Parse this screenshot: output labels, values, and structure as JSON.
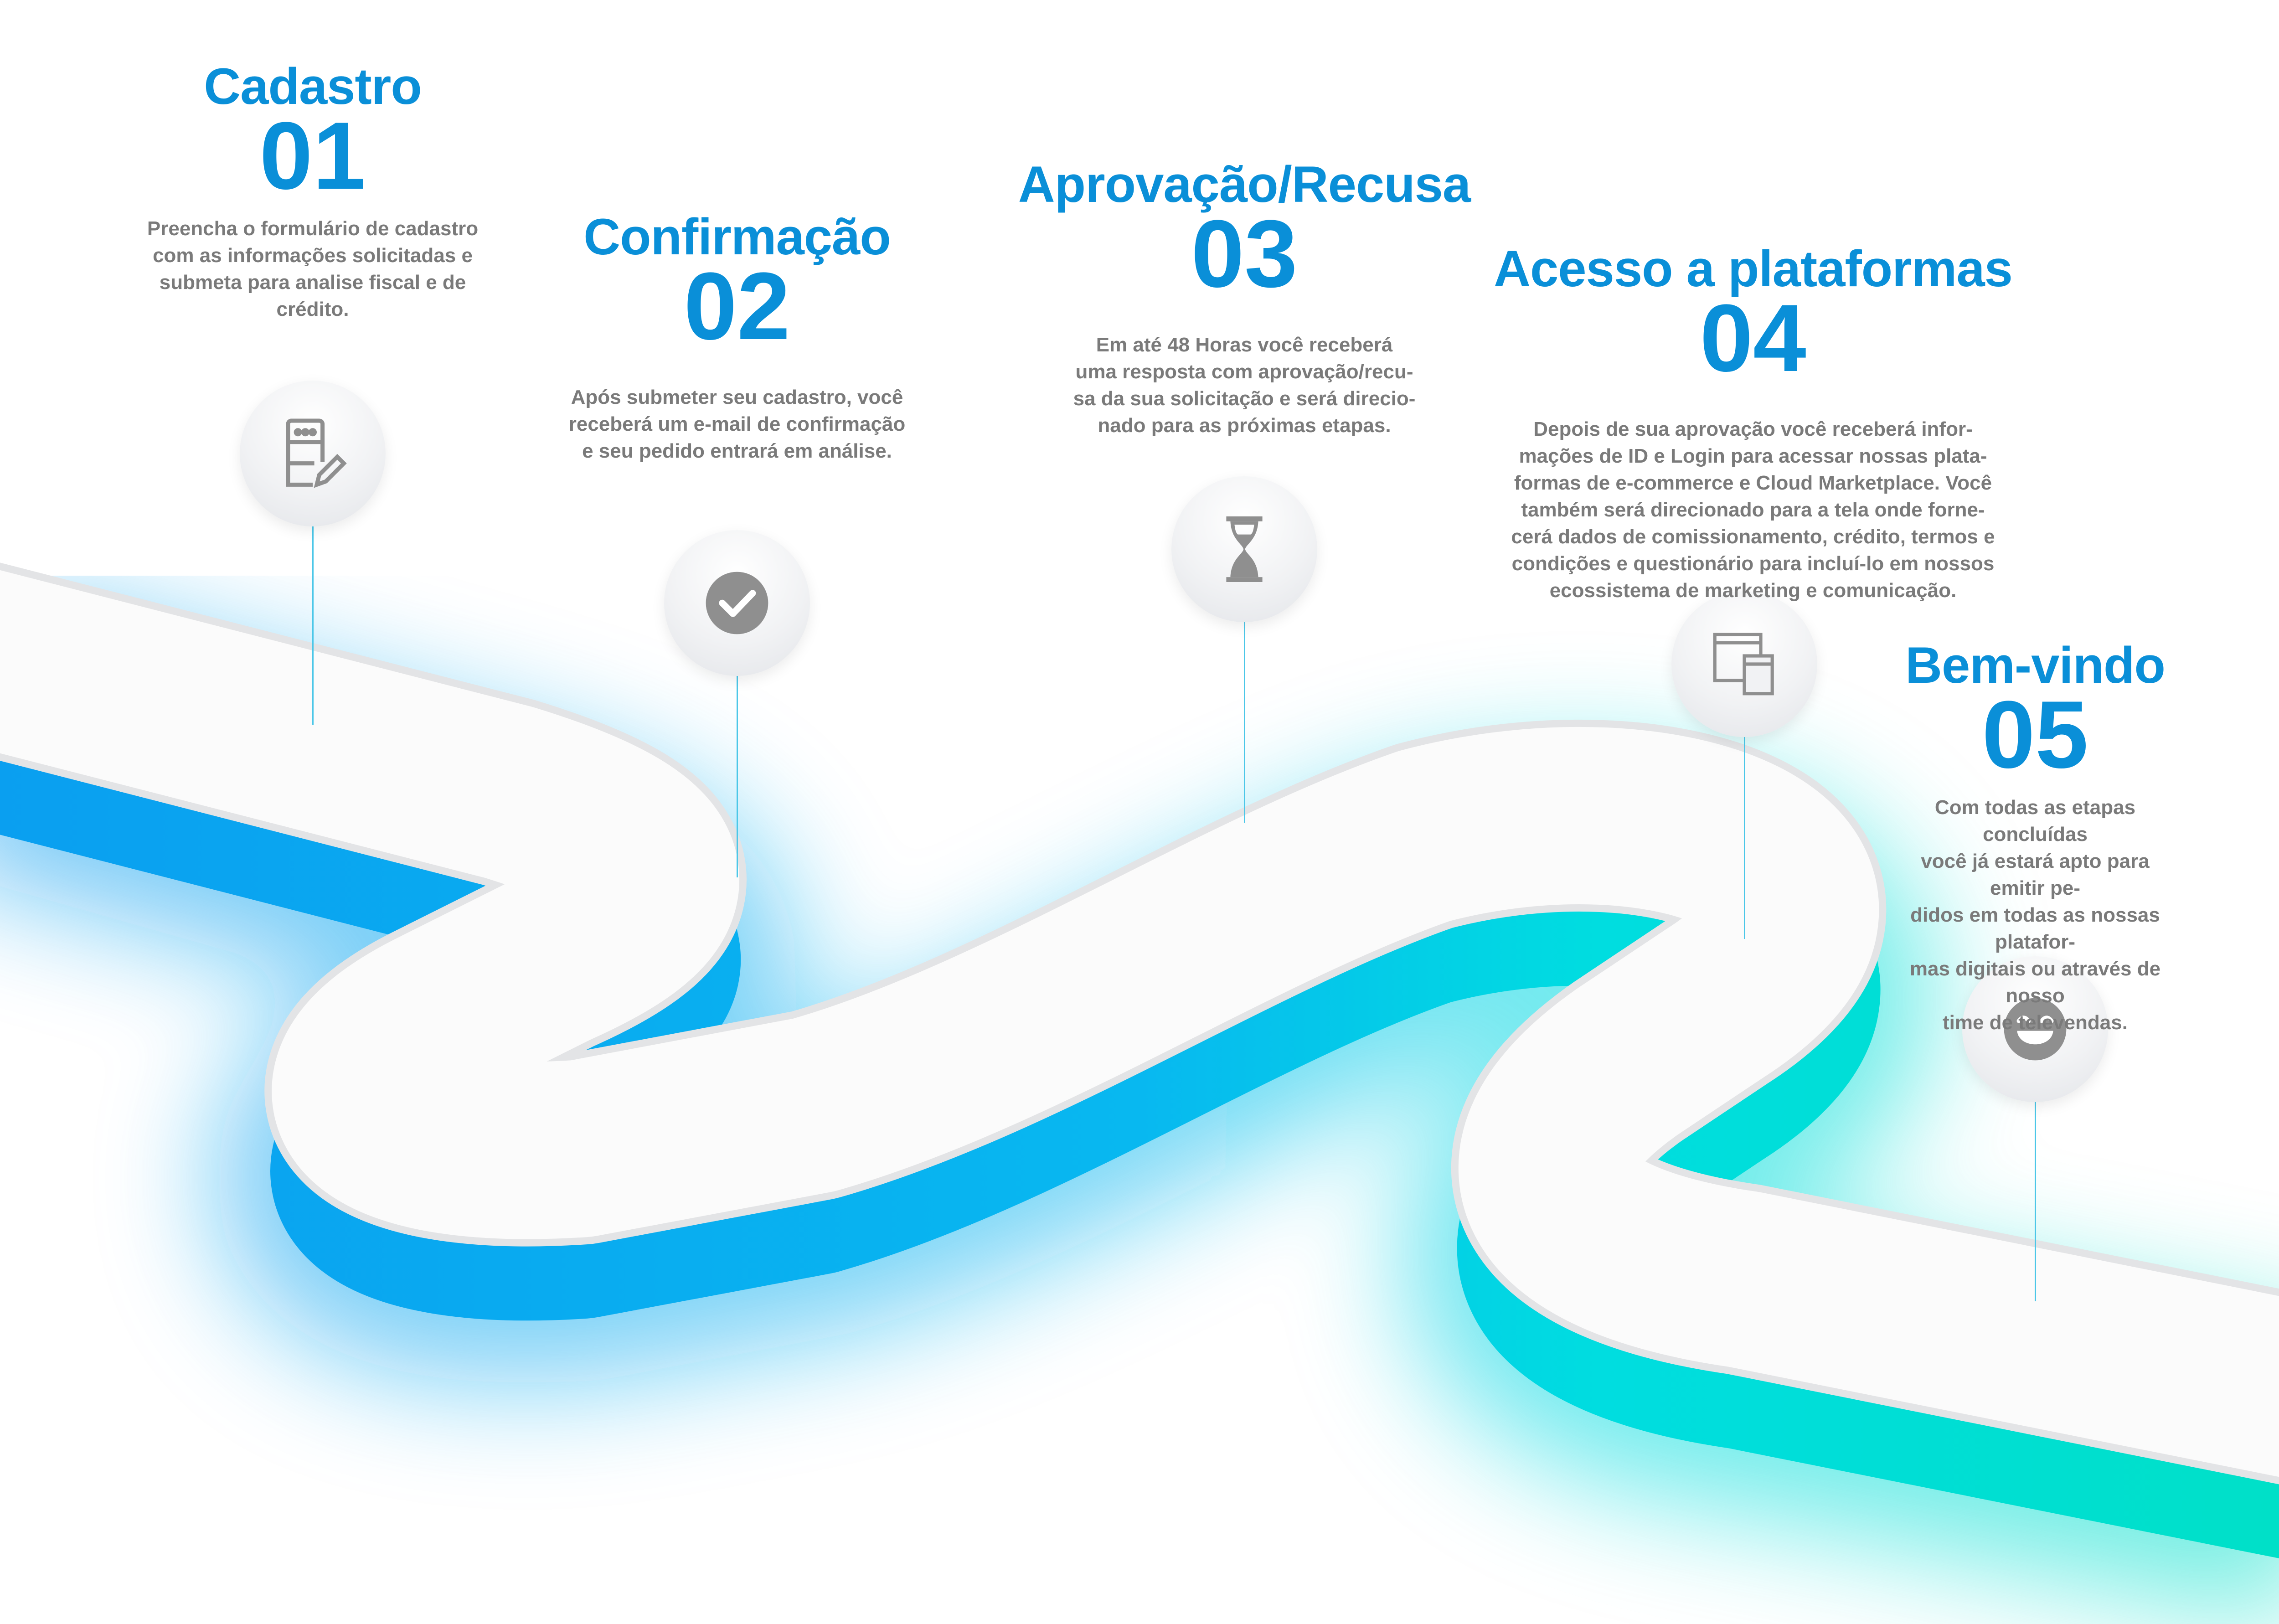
{
  "colors": {
    "accent": "#0a8fd8",
    "text": "#7a7a7a",
    "road_blue": "#0a9ff0",
    "road_cyan": "#00e0d0"
  },
  "steps": [
    {
      "title": "Cadastro",
      "number": "01",
      "icon": "form-edit-icon",
      "desc": [
        "Preencha o formulário de cadastro",
        "com as informações solicitadas e",
        "submeta para analise fiscal e de",
        "crédito."
      ]
    },
    {
      "title": "Confirmação",
      "number": "02",
      "icon": "checkmark-circle-icon",
      "desc": [
        "Após submeter seu cadastro, você",
        "receberá um e-mail de confirmação",
        "e seu pedido entrará em análise."
      ]
    },
    {
      "title": "Aprovação/Recusa",
      "number": "03",
      "icon": "hourglass-icon",
      "desc": [
        "Em até 48 Horas você receberá",
        "uma resposta com aprovação/recu-",
        "sa da sua solicitação e será direcio-",
        "nado para as próximas etapas."
      ]
    },
    {
      "title": "Acesso a plataformas",
      "number": "04",
      "icon": "browser-windows-icon",
      "desc": [
        "Depois de sua aprovação você receberá infor-",
        "mações de ID e Login para acessar nossas plata-",
        "formas de e-commerce e Cloud Marketplace. Você",
        "também será direcionado para a tela onde forne-",
        "cerá dados de comissionamento, crédito, termos e",
        "condições e questionário para incluí-lo em nossos",
        "ecossistema de marketing e comunicação."
      ]
    },
    {
      "title": "Bem-vindo",
      "number": "05",
      "icon": "smiley-face-icon",
      "desc": [
        "Com todas as etapas concluídas",
        "você já estará apto para emitir pe-",
        "didos em todas as nossas platafor-",
        "mas digitais ou através de nosso",
        "time de televendas."
      ]
    }
  ]
}
